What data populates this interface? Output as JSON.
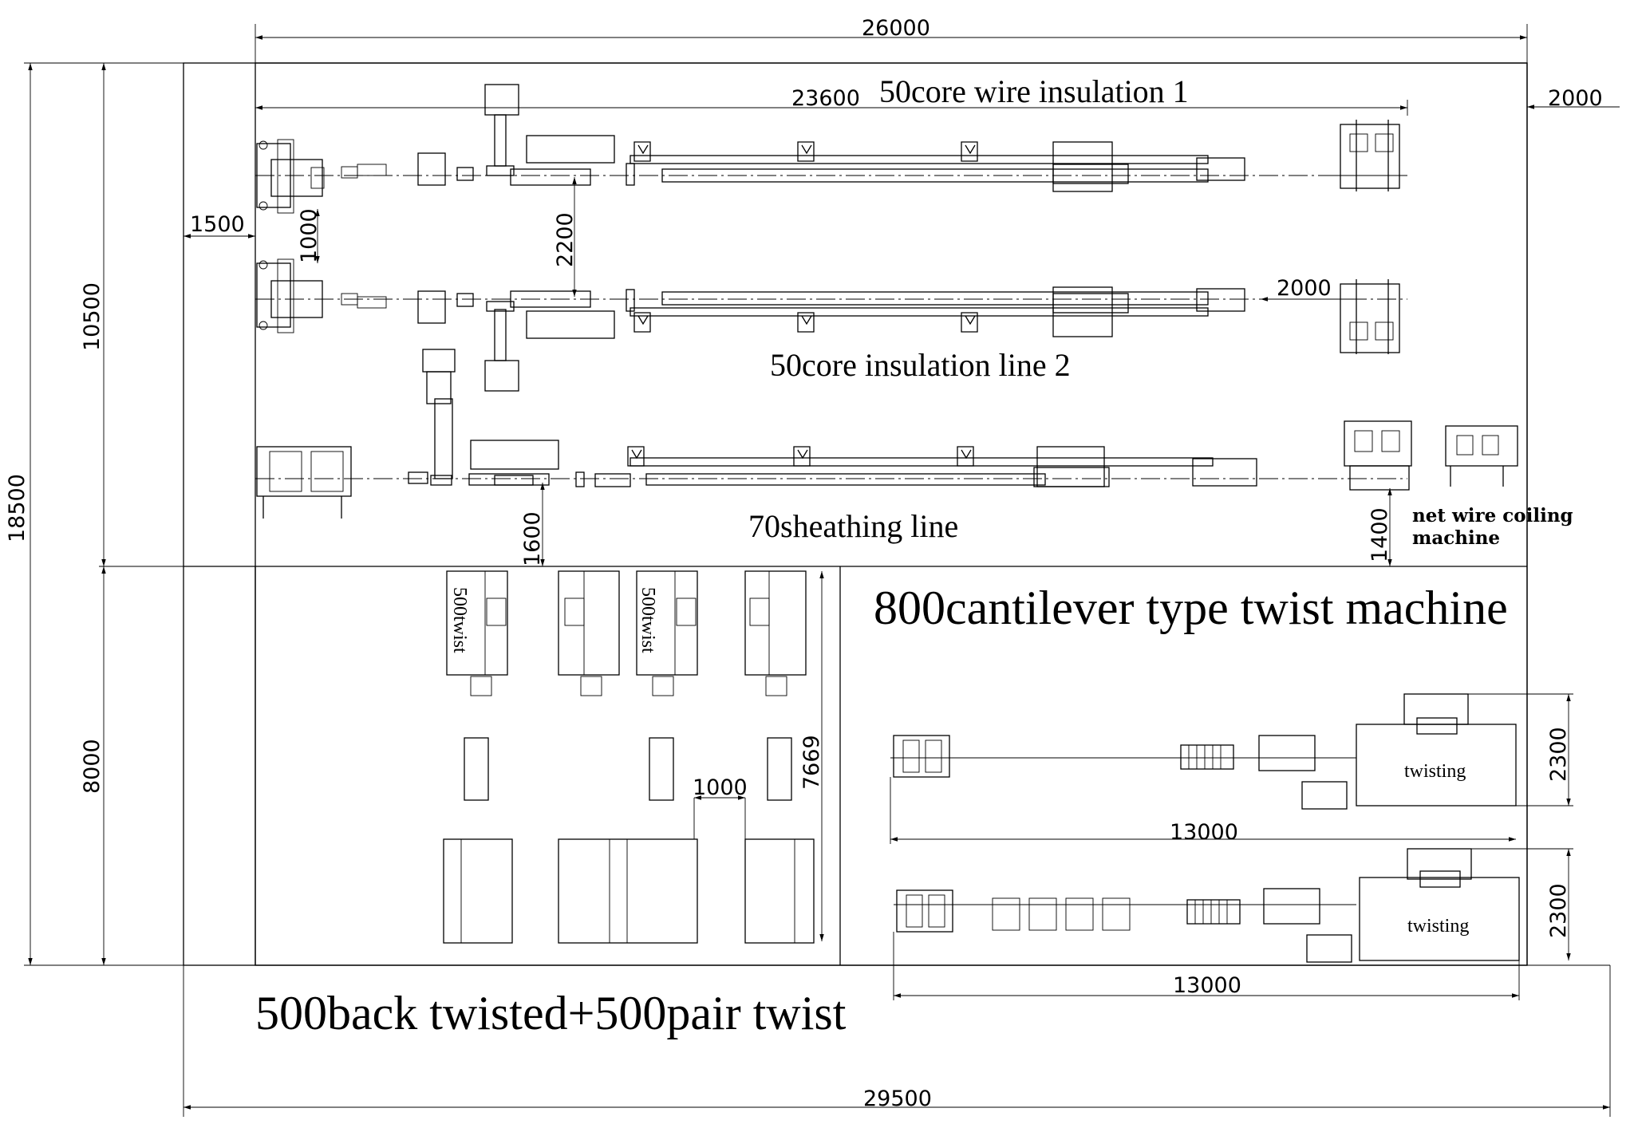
{
  "sections": {
    "insulation_line_1": "50core wire insulation 1",
    "insulation_line_2": "50core insulation line 2",
    "sheathing_line": "70sheathing line",
    "net_wire_coiling": [
      "net wire coiling",
      "machine"
    ],
    "cantilever_area": "800cantilever type twist machine",
    "back_twist_area": "500back twisted+500pair twist"
  },
  "machine_labels": {
    "twist_500": "500twist",
    "twisting": "twisting"
  },
  "dimensions": {
    "top_overall": "26000",
    "line_length": "23600",
    "right_margin": "2000",
    "left_margin": "1500",
    "line_gap_small": "1000",
    "line_spacing": "2200",
    "tail_clearance": "2000",
    "total_height": "18500",
    "upper_height": "10500",
    "lower_height": "8000",
    "sheath_bottom": "1600",
    "coiler_bottom": "1400",
    "twister_row_height": "7669",
    "twister_gap": "1000",
    "cantilever_width_1": "2300",
    "cantilever_width_2": "2300",
    "cantilever_length_1": "13000",
    "cantilever_length_2": "13000",
    "bottom_overall": "29500"
  }
}
